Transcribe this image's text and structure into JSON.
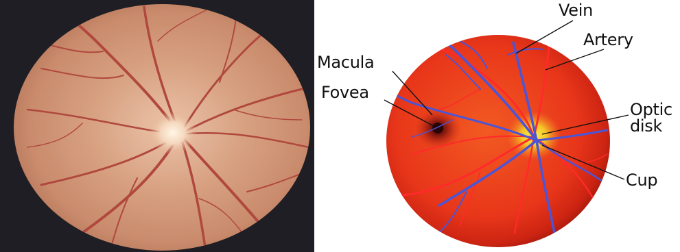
{
  "diagram": {
    "labels": {
      "vein": "Vein",
      "artery": "Artery",
      "macula": "Macula",
      "fovea": "Fovea",
      "optic_disk": "Optic disk",
      "cup": "Cup"
    }
  },
  "colors": {
    "photo_background": "#1f1e24",
    "retina_photo": "#d49a7a",
    "retina_diagram": "#e8361a",
    "vein": "#4a55d8",
    "artery": "#ff2a2a",
    "optic_disk": "#f4d22a"
  }
}
